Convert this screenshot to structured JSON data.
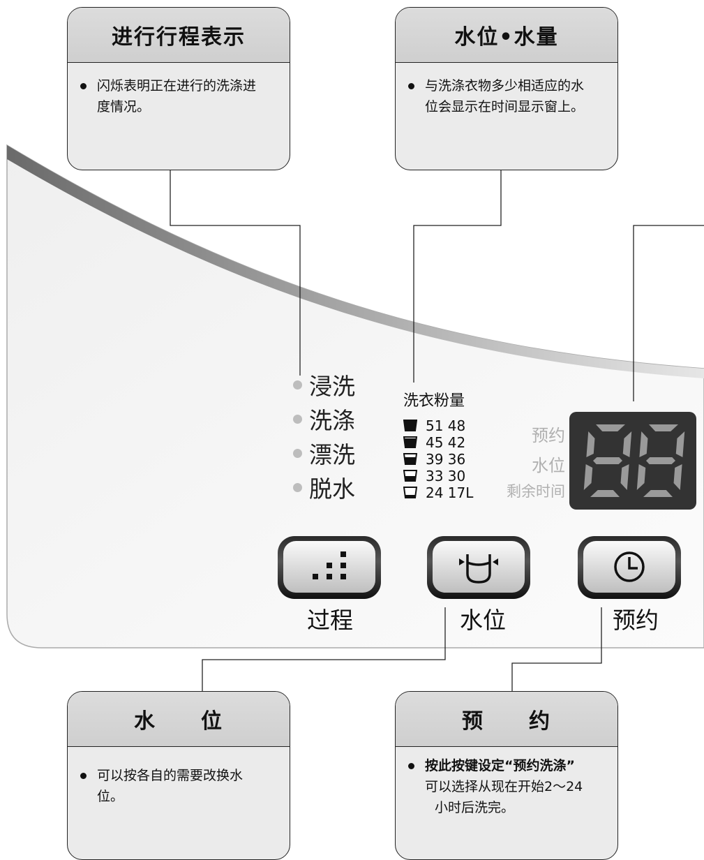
{
  "callouts": {
    "progress": {
      "title": "进行行程表示",
      "line1": "闪烁表明正在进行的洗涤进",
      "line2": "度情况。"
    },
    "water": {
      "title": "水位•水量",
      "line1": "与洗涤衣物多少相适应的水",
      "line2": "位会显示在时间显示窗上。"
    },
    "level": {
      "title": "水　　位",
      "line1": "可以按各自的需要改换水",
      "line2": "位。"
    },
    "timer": {
      "title": "预　　约",
      "line1": "按此按键设定“预约洗涤”",
      "line2": "可以选择从现在开始2～24",
      "line3": "小时后洗完。"
    }
  },
  "stages": [
    "浸洗",
    "洗涤",
    "漂洗",
    "脱水"
  ],
  "detergent": {
    "title": "洗衣粉量",
    "rows": [
      {
        "text": "51 48",
        "fill": 1.0
      },
      {
        "text": "45 42",
        "fill": 0.85
      },
      {
        "text": "39 36",
        "fill": 0.7
      },
      {
        "text": "33 30",
        "fill": 0.5
      },
      {
        "text": "24 17L",
        "fill": 0.3
      }
    ]
  },
  "display": {
    "labels": [
      "预约",
      "水位",
      "剩余时间"
    ],
    "digits": "88",
    "segment_color": "#9a9a9a"
  },
  "buttons": {
    "process": {
      "label": "过程",
      "icon": "dots-progress-icon"
    },
    "water_level": {
      "label": "水位",
      "icon": "tub-icon"
    },
    "reserve": {
      "label": "预约",
      "icon": "clock-icon"
    }
  },
  "colors": {
    "panel": "#f4f4f4",
    "callout_bg": "#ebebeb",
    "callout_head": "#d4d4d4",
    "display_bg": "#333333"
  }
}
